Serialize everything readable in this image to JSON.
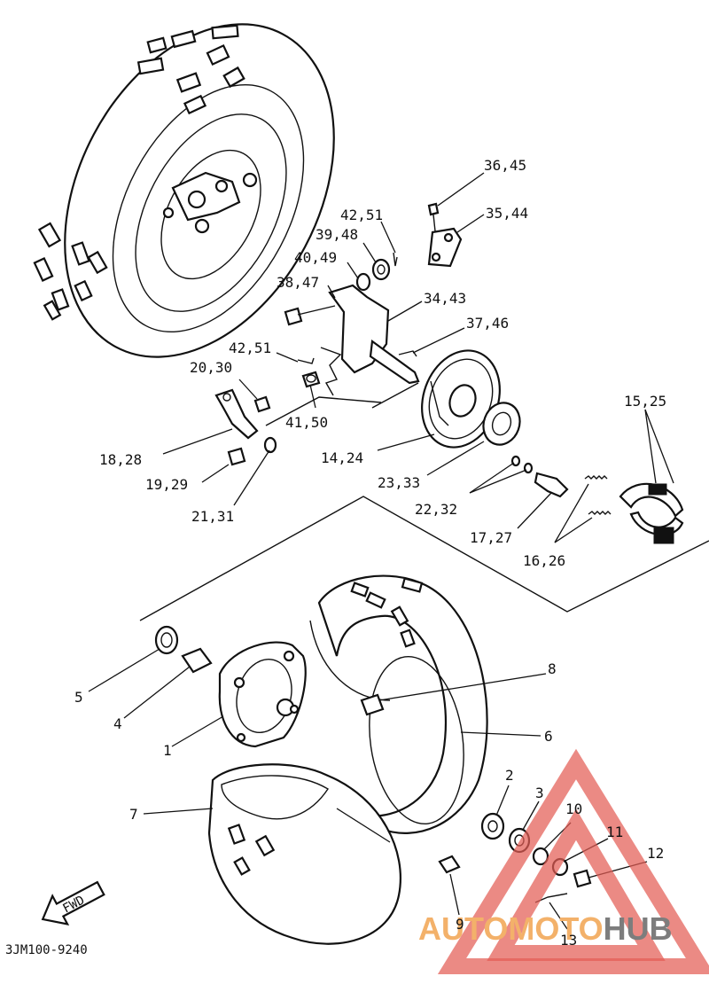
{
  "diagram_code": "3JM100-9240",
  "fwd_label": "FWD",
  "watermark": {
    "part1": "AUTOMOTO",
    "part2": "HUB",
    "color_triangle": "#e35d55",
    "color_text1": "#f3b16a",
    "color_text2": "#7d7d7d"
  },
  "callouts": [
    {
      "id": "c-36-45",
      "text": "36,45"
    },
    {
      "id": "c-35-44",
      "text": "35,44"
    },
    {
      "id": "c-42-51-top",
      "text": "42,51"
    },
    {
      "id": "c-39-48",
      "text": "39,48"
    },
    {
      "id": "c-40-49",
      "text": "40,49"
    },
    {
      "id": "c-38-47",
      "text": "38,47"
    },
    {
      "id": "c-34-43",
      "text": "34,43"
    },
    {
      "id": "c-37-46",
      "text": "37,46"
    },
    {
      "id": "c-42-51-mid",
      "text": "42,51"
    },
    {
      "id": "c-20-30",
      "text": "20,30"
    },
    {
      "id": "c-41-50",
      "text": "41,50"
    },
    {
      "id": "c-15-25",
      "text": "15,25"
    },
    {
      "id": "c-18-28",
      "text": "18,28"
    },
    {
      "id": "c-14-24",
      "text": "14,24"
    },
    {
      "id": "c-19-29",
      "text": "19,29"
    },
    {
      "id": "c-23-33",
      "text": "23,33"
    },
    {
      "id": "c-22-32",
      "text": "22,32"
    },
    {
      "id": "c-21-31",
      "text": "21,31"
    },
    {
      "id": "c-17-27",
      "text": "17,27"
    },
    {
      "id": "c-16-26",
      "text": "16,26"
    },
    {
      "id": "c-8",
      "text": "8"
    },
    {
      "id": "c-5",
      "text": "5"
    },
    {
      "id": "c-6",
      "text": "6"
    },
    {
      "id": "c-4",
      "text": "4"
    },
    {
      "id": "c-1",
      "text": "1"
    },
    {
      "id": "c-2",
      "text": "2"
    },
    {
      "id": "c-3",
      "text": "3"
    },
    {
      "id": "c-7",
      "text": "7"
    },
    {
      "id": "c-10",
      "text": "10"
    },
    {
      "id": "c-11",
      "text": "11"
    },
    {
      "id": "c-12",
      "text": "12"
    },
    {
      "id": "c-9",
      "text": "9"
    },
    {
      "id": "c-13",
      "text": "13"
    }
  ]
}
